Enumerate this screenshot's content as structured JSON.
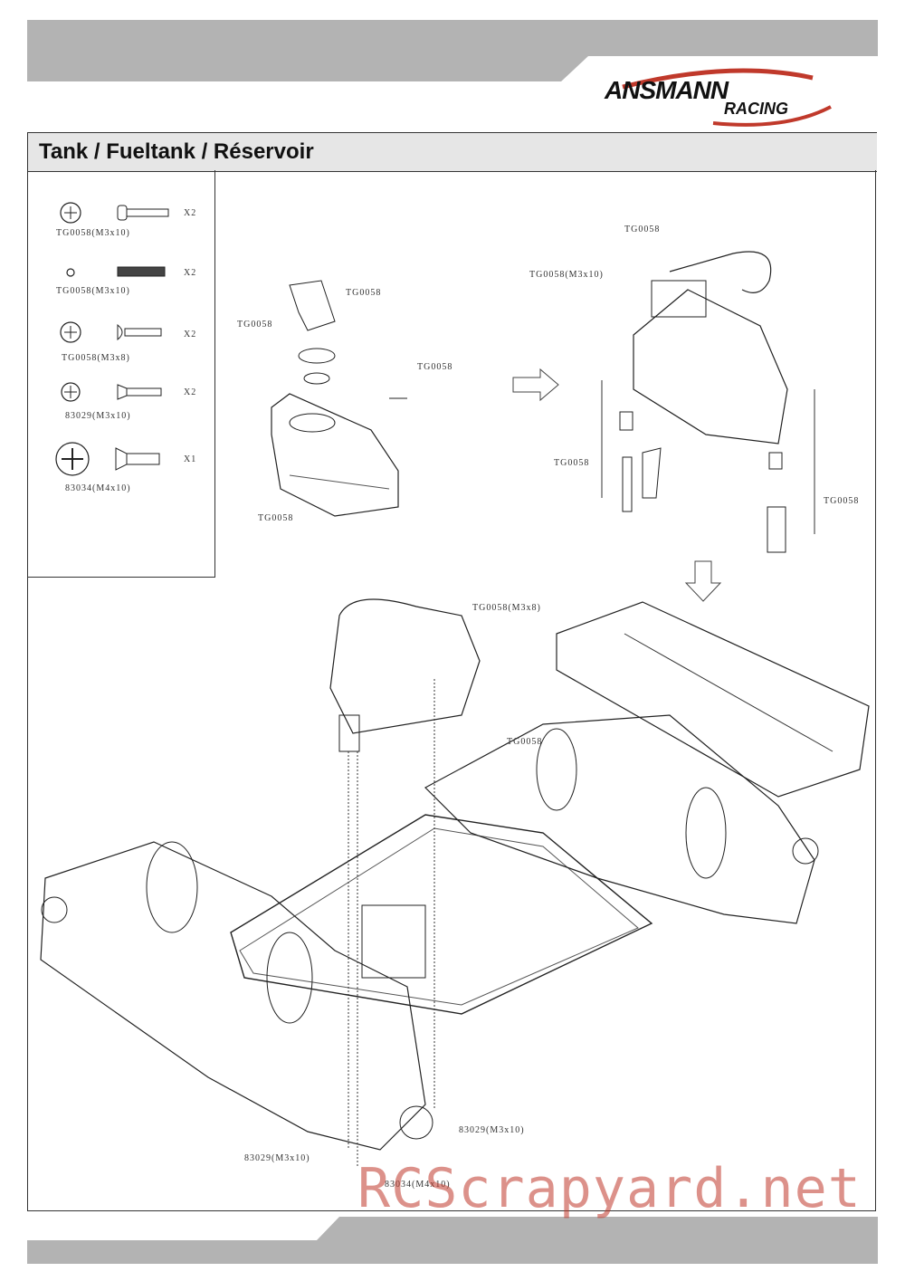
{
  "header": {
    "logo_text": "ANSMANN",
    "logo_sub": "RACING"
  },
  "section": {
    "title": "Tank / Fueltank / Réservoir"
  },
  "parts": [
    {
      "code": "TG0058(M3x10)",
      "qty": "X2"
    },
    {
      "code": "TG0058(M3x10)",
      "qty": "X2"
    },
    {
      "code": "TG0058(M3x8)",
      "qty": "X2"
    },
    {
      "code": "83029(M3x10)",
      "qty": "X2"
    },
    {
      "code": "83034(M4x10)",
      "qty": "X1"
    }
  ],
  "callouts": {
    "tank_top": "TG0058",
    "tank_left": "TG0058",
    "tank_right": "TG0058",
    "tank_bottom": "TG0058",
    "mount_top": "TG0058",
    "mount_screw": "TG0058(M3x10)",
    "mount_left": "TG0058",
    "mount_right": "TG0058",
    "chassis_top": "TG0058(M3x8)",
    "chassis_mid": "TG0058",
    "chassis_screw1": "83029(M3x10)",
    "chassis_screw2": "83029(M3x10)",
    "chassis_screw3": "83034(M4x10)"
  },
  "watermark": "RCScrapyard.net"
}
